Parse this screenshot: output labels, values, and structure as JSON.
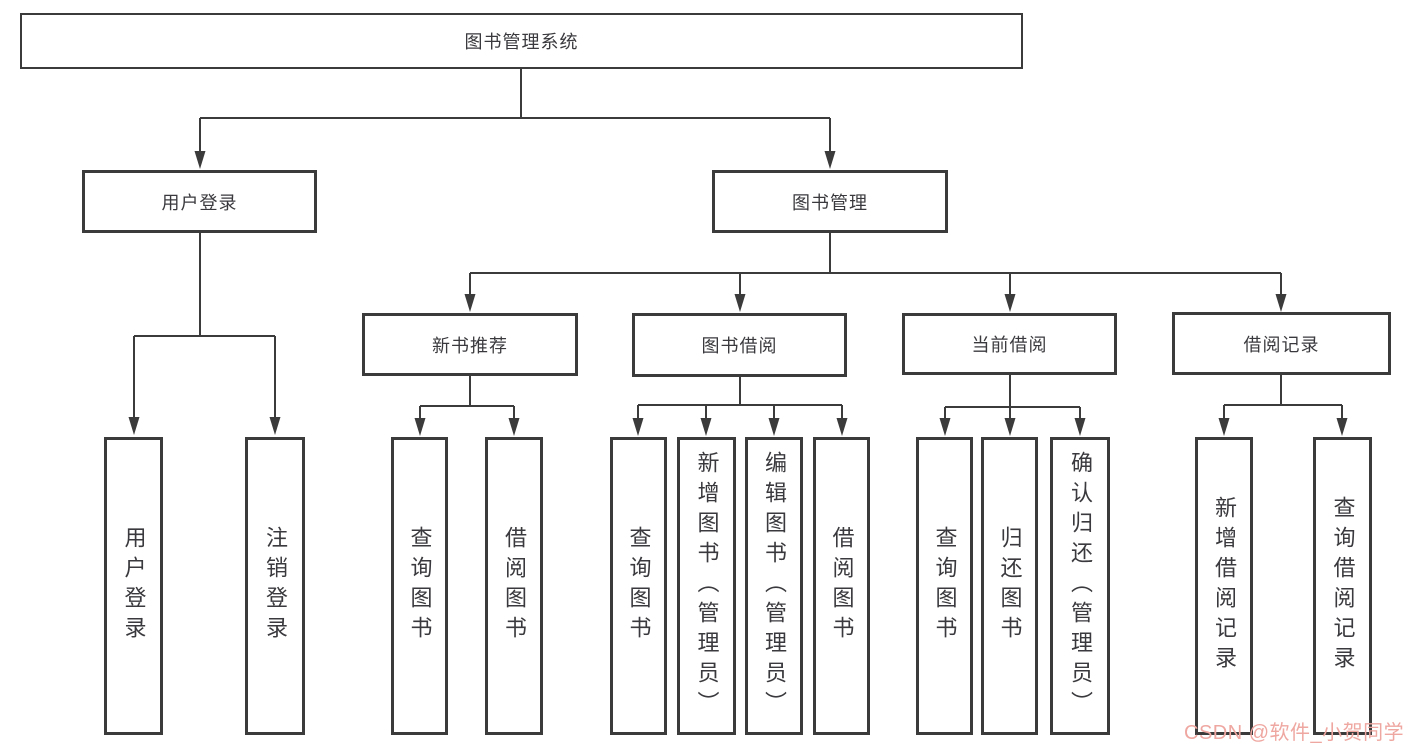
{
  "nodes": {
    "root": "图书管理系统",
    "user_login": "用户登录",
    "book_mgmt": "图书管理",
    "new_book_rec": "新书推荐",
    "book_borrow": "图书借阅",
    "current_borrow": "当前借阅",
    "borrow_records": "借阅记录",
    "ul_user_login": "用户登录",
    "ul_logout": "注销登录",
    "nbr_query_books": "查询图书",
    "nbr_borrow_books": "借阅图书",
    "bb_query_books": "查询图书",
    "bb_add_books": "新增图书（管理员）",
    "bb_edit_books": "编辑图书（管理员）",
    "bb_borrow_books": "借阅图书",
    "cb_query_books": "查询图书",
    "cb_return_books": "归还图书",
    "cb_confirm_return": "确认归还（管理员）",
    "br_add_record": "新增借阅记录",
    "br_query_record": "查询借阅记录"
  },
  "edges": [
    [
      "root",
      "user_login"
    ],
    [
      "root",
      "book_mgmt"
    ],
    [
      "user_login",
      "ul_user_login"
    ],
    [
      "user_login",
      "ul_logout"
    ],
    [
      "book_mgmt",
      "new_book_rec"
    ],
    [
      "book_mgmt",
      "book_borrow"
    ],
    [
      "book_mgmt",
      "current_borrow"
    ],
    [
      "book_mgmt",
      "borrow_records"
    ],
    [
      "new_book_rec",
      "nbr_query_books"
    ],
    [
      "new_book_rec",
      "nbr_borrow_books"
    ],
    [
      "book_borrow",
      "bb_query_books"
    ],
    [
      "book_borrow",
      "bb_add_books"
    ],
    [
      "book_borrow",
      "bb_edit_books"
    ],
    [
      "book_borrow",
      "bb_borrow_books"
    ],
    [
      "current_borrow",
      "cb_query_books"
    ],
    [
      "current_borrow",
      "cb_return_books"
    ],
    [
      "current_borrow",
      "cb_confirm_return"
    ],
    [
      "borrow_records",
      "br_add_record"
    ],
    [
      "borrow_records",
      "br_query_record"
    ]
  ],
  "watermark": {
    "text": "CSDN @软件_小贺同学",
    "color": "#efa7a1"
  },
  "colors": {
    "line": "#3b3b3b",
    "node_text": "#3a3a3e",
    "background": "#ffffff"
  }
}
